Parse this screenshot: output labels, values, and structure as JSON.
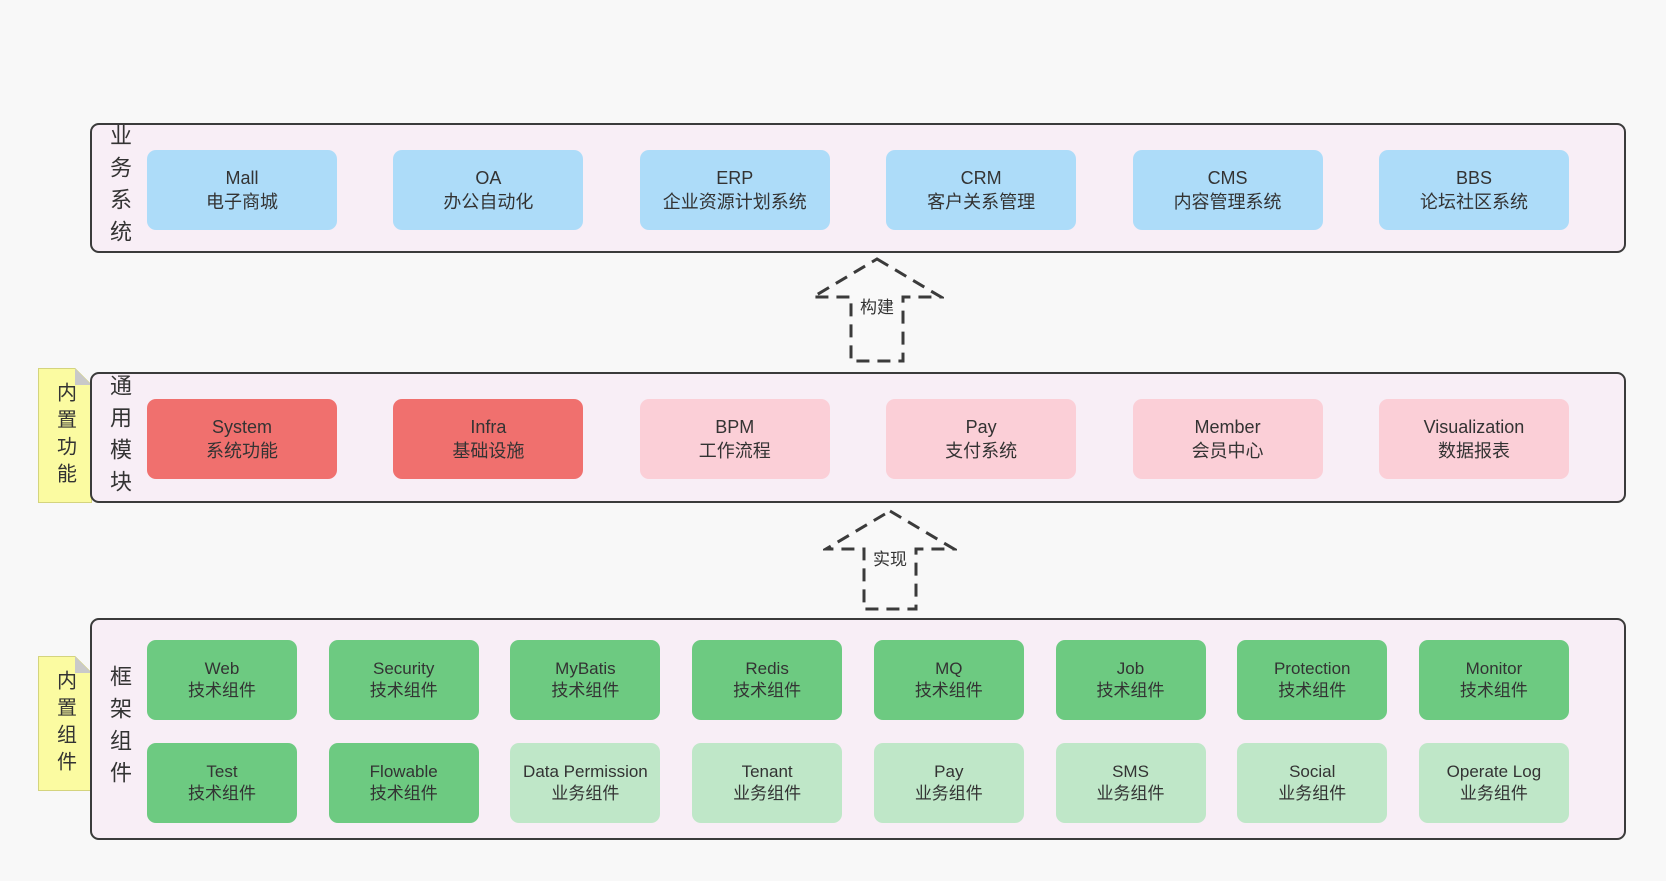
{
  "colors": {
    "page_bg": "#f8f8f8",
    "band_bg": "#f8eef6",
    "band_border": "#3b3b3b",
    "blue": "#addcf9",
    "red": "#f0706e",
    "pink": "#fbcfd7",
    "green": "#6dca81",
    "light_green": "#bfe7c8",
    "note_yellow": "#fbfba1",
    "note_fold": "#c9c9c9",
    "arrow_stroke": "#3b3b3b",
    "text": "#333333"
  },
  "arrows": [
    {
      "label": "构建"
    },
    {
      "label": "实现"
    }
  ],
  "bands": [
    {
      "id": "business-systems",
      "side_label": "业务系统",
      "boxes_rows": [
        [
          {
            "name": "Mall",
            "desc": "电子商城",
            "variant": "blue"
          },
          {
            "name": "OA",
            "desc": "办公自动化",
            "variant": "blue"
          },
          {
            "name": "ERP",
            "desc": "企业资源计划系统",
            "variant": "blue"
          },
          {
            "name": "CRM",
            "desc": "客户关系管理",
            "variant": "blue"
          },
          {
            "name": "CMS",
            "desc": "内容管理系统",
            "variant": "blue"
          },
          {
            "name": "BBS",
            "desc": "论坛社区系统",
            "variant": "blue"
          }
        ]
      ]
    },
    {
      "id": "common-modules",
      "side_label": "通用模块",
      "note": "内置功能",
      "boxes_rows": [
        [
          {
            "name": "System",
            "desc": "系统功能",
            "variant": "red"
          },
          {
            "name": "Infra",
            "desc": "基础设施",
            "variant": "red"
          },
          {
            "name": "BPM",
            "desc": "工作流程",
            "variant": "pink"
          },
          {
            "name": "Pay",
            "desc": "支付系统",
            "variant": "pink"
          },
          {
            "name": "Member",
            "desc": "会员中心",
            "variant": "pink"
          },
          {
            "name": "Visualization",
            "desc": "数据报表",
            "variant": "pink"
          }
        ]
      ]
    },
    {
      "id": "framework-components",
      "side_label": "框架组件",
      "note": "内置组件",
      "boxes_rows": [
        [
          {
            "name": "Web",
            "desc": "技术组件",
            "variant": "green"
          },
          {
            "name": "Security",
            "desc": "技术组件",
            "variant": "green"
          },
          {
            "name": "MyBatis",
            "desc": "技术组件",
            "variant": "green"
          },
          {
            "name": "Redis",
            "desc": "技术组件",
            "variant": "green"
          },
          {
            "name": "MQ",
            "desc": "技术组件",
            "variant": "green"
          },
          {
            "name": "Job",
            "desc": "技术组件",
            "variant": "green"
          },
          {
            "name": "Protection",
            "desc": "技术组件",
            "variant": "green"
          },
          {
            "name": "Monitor",
            "desc": "技术组件",
            "variant": "green"
          }
        ],
        [
          {
            "name": "Test",
            "desc": "技术组件",
            "variant": "green"
          },
          {
            "name": "Flowable",
            "desc": "技术组件",
            "variant": "green"
          },
          {
            "name": "Data Permission",
            "desc": "业务组件",
            "variant": "light_green"
          },
          {
            "name": "Tenant",
            "desc": "业务组件",
            "variant": "light_green"
          },
          {
            "name": "Pay",
            "desc": "业务组件",
            "variant": "light_green"
          },
          {
            "name": "SMS",
            "desc": "业务组件",
            "variant": "light_green"
          },
          {
            "name": "Social",
            "desc": "业务组件",
            "variant": "light_green"
          },
          {
            "name": "Operate Log",
            "desc": "业务组件",
            "variant": "light_green"
          }
        ]
      ]
    }
  ]
}
